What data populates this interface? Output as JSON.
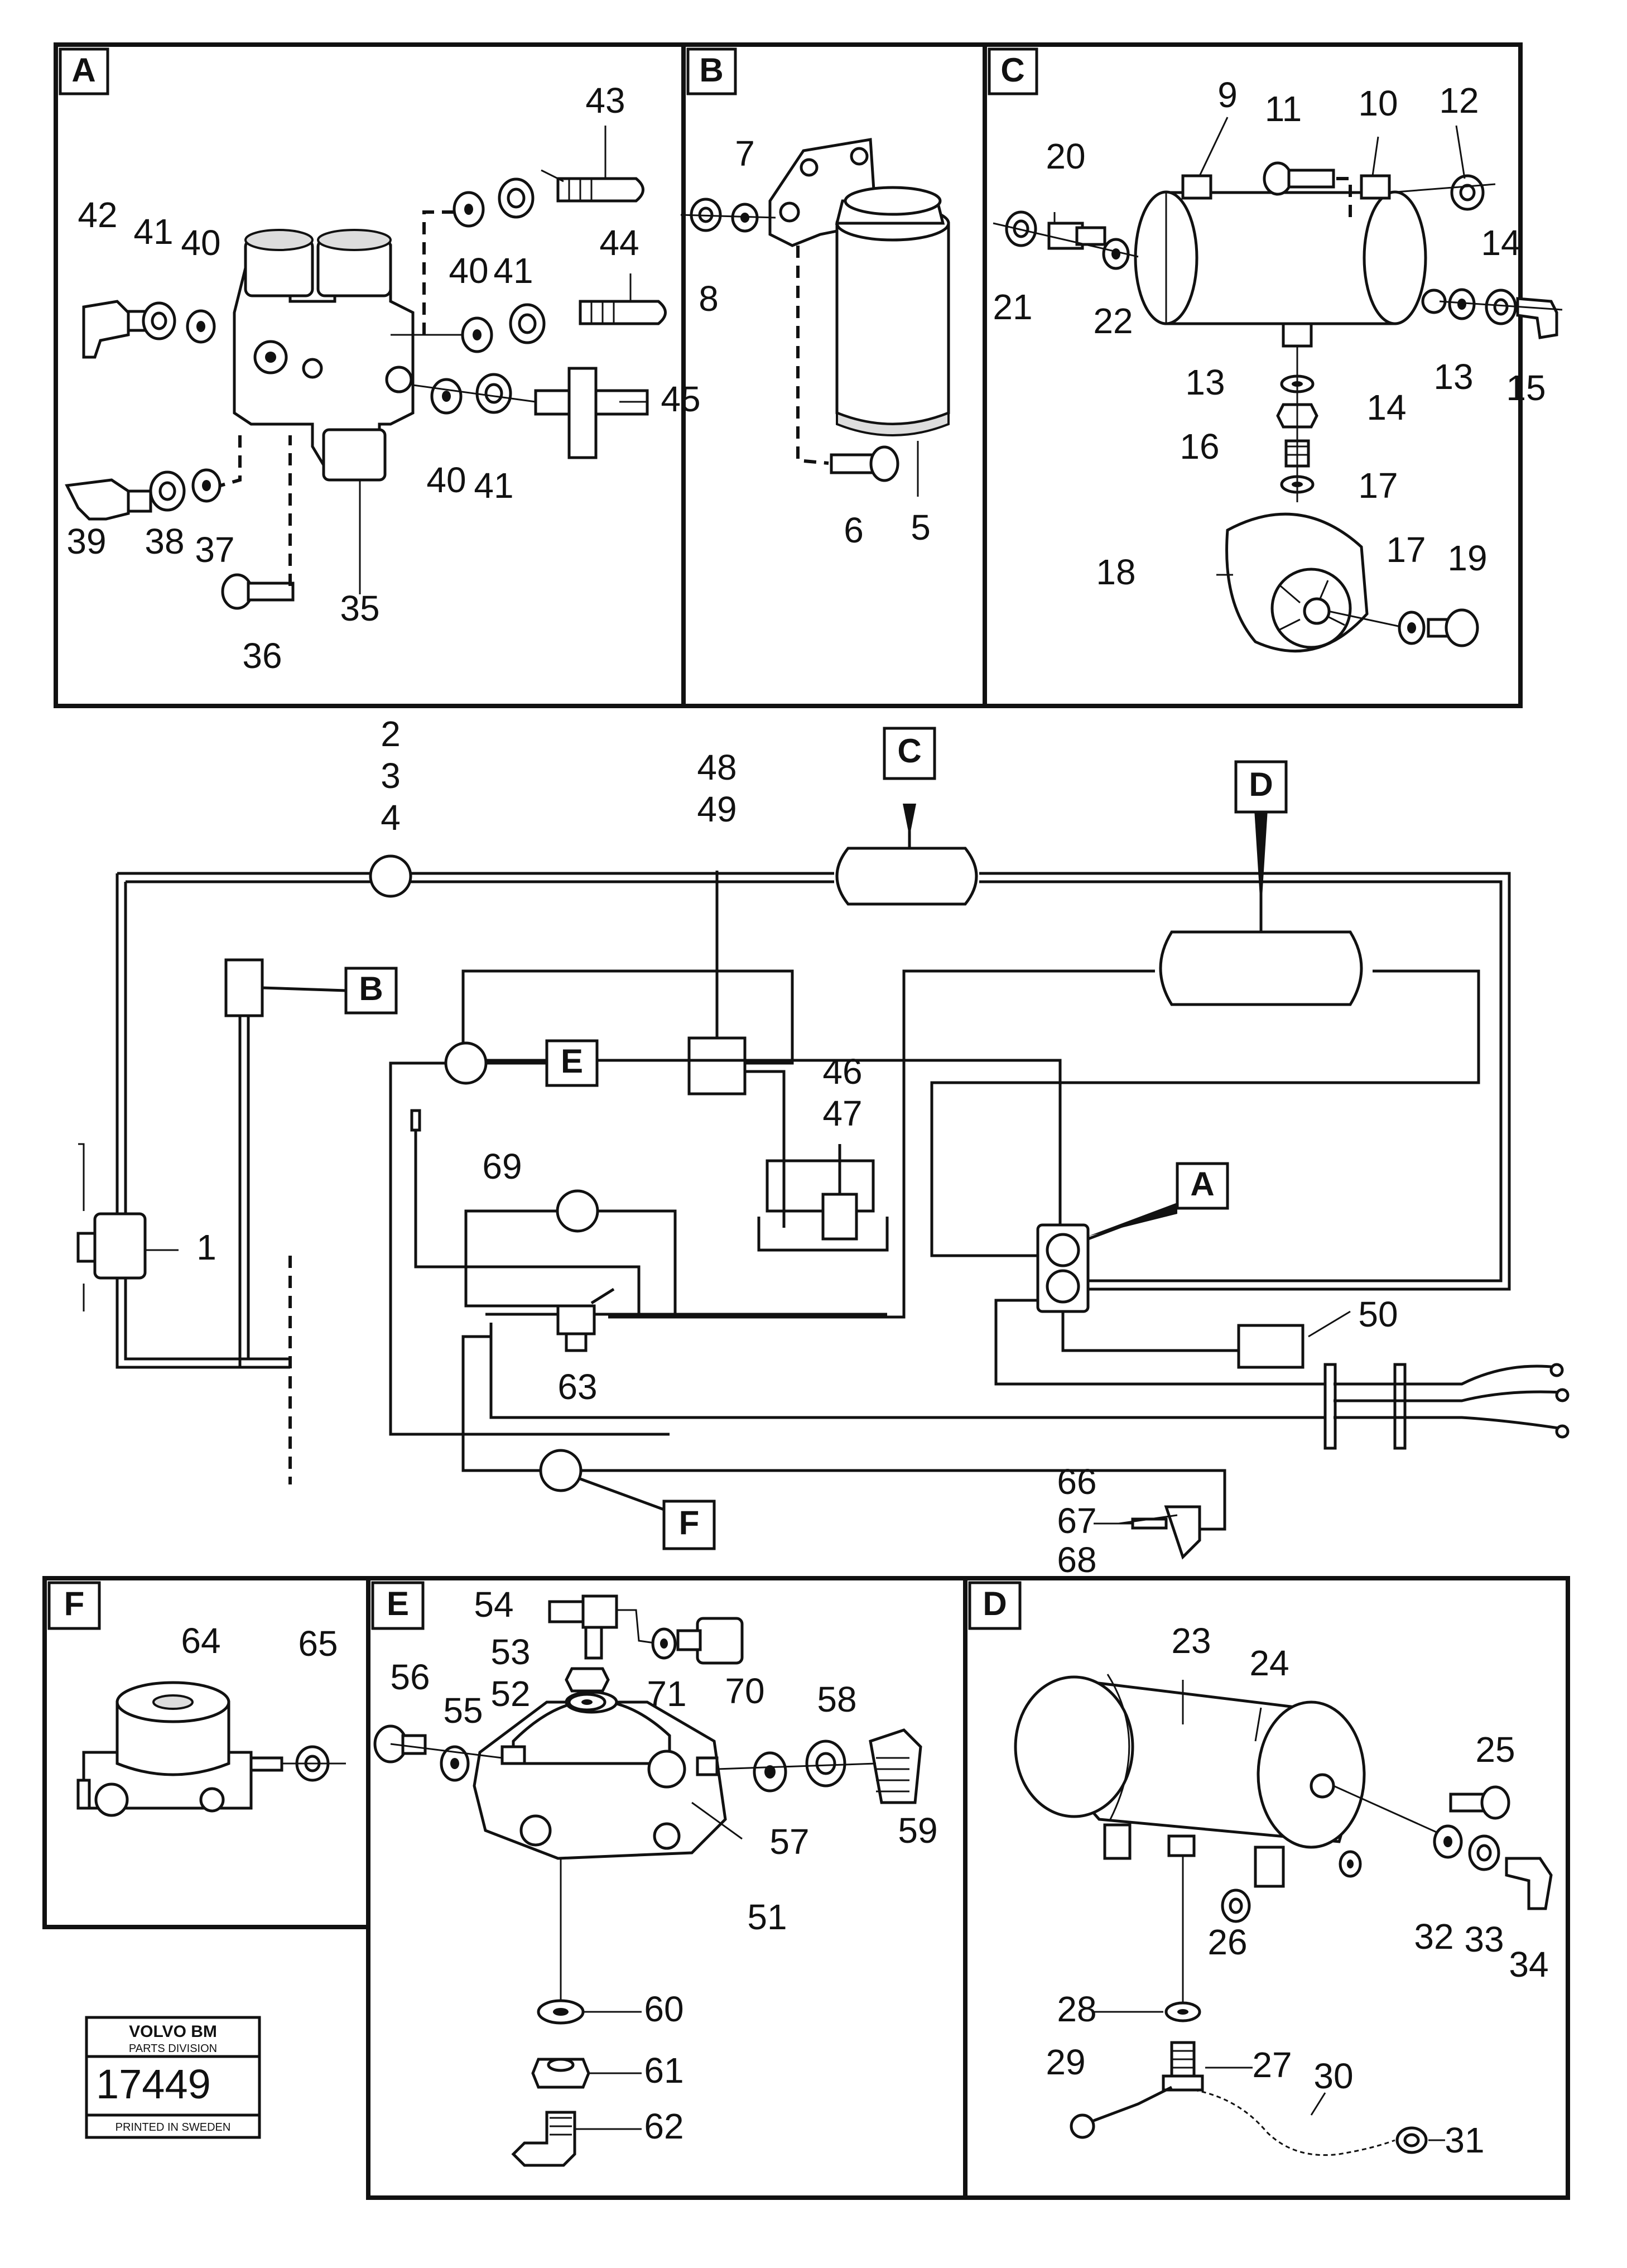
{
  "panels": [
    {
      "id": "A",
      "label": "A"
    },
    {
      "id": "B",
      "label": "B"
    },
    {
      "id": "C",
      "label": "C"
    },
    {
      "id": "F",
      "label": "F"
    },
    {
      "id": "E",
      "label": "E"
    },
    {
      "id": "D",
      "label": "D"
    }
  ],
  "schematic_tags": [
    "C",
    "D",
    "B",
    "E",
    "A",
    "F"
  ],
  "callouts": {
    "panel_a": [
      "43",
      "42",
      "41",
      "40",
      "40",
      "41",
      "44",
      "45",
      "40",
      "41",
      "39",
      "38",
      "37",
      "35",
      "36"
    ],
    "panel_b": [
      "7",
      "8",
      "6",
      "5"
    ],
    "panel_c": [
      "9",
      "11",
      "10",
      "12",
      "20",
      "21",
      "22",
      "14",
      "13",
      "15",
      "13",
      "14",
      "16",
      "17",
      "18",
      "17",
      "19"
    ],
    "schematic": [
      "2",
      "3",
      "4",
      "48",
      "49",
      "46",
      "47",
      "69",
      "1",
      "63",
      "50",
      "66",
      "67",
      "68"
    ],
    "panel_f": [
      "64",
      "65"
    ],
    "panel_e": [
      "54",
      "53",
      "52",
      "56",
      "55",
      "71",
      "70",
      "58",
      "57",
      "59",
      "51",
      "60",
      "61",
      "62"
    ],
    "panel_d": [
      "23",
      "24",
      "25",
      "26",
      "32",
      "33",
      "34",
      "28",
      "27",
      "29",
      "30",
      "31"
    ]
  },
  "logo": {
    "brand": "VOLVO BM",
    "division": "PARTS DIVISION",
    "number": "17449",
    "printed": "PRINTED IN SWEDEN"
  }
}
